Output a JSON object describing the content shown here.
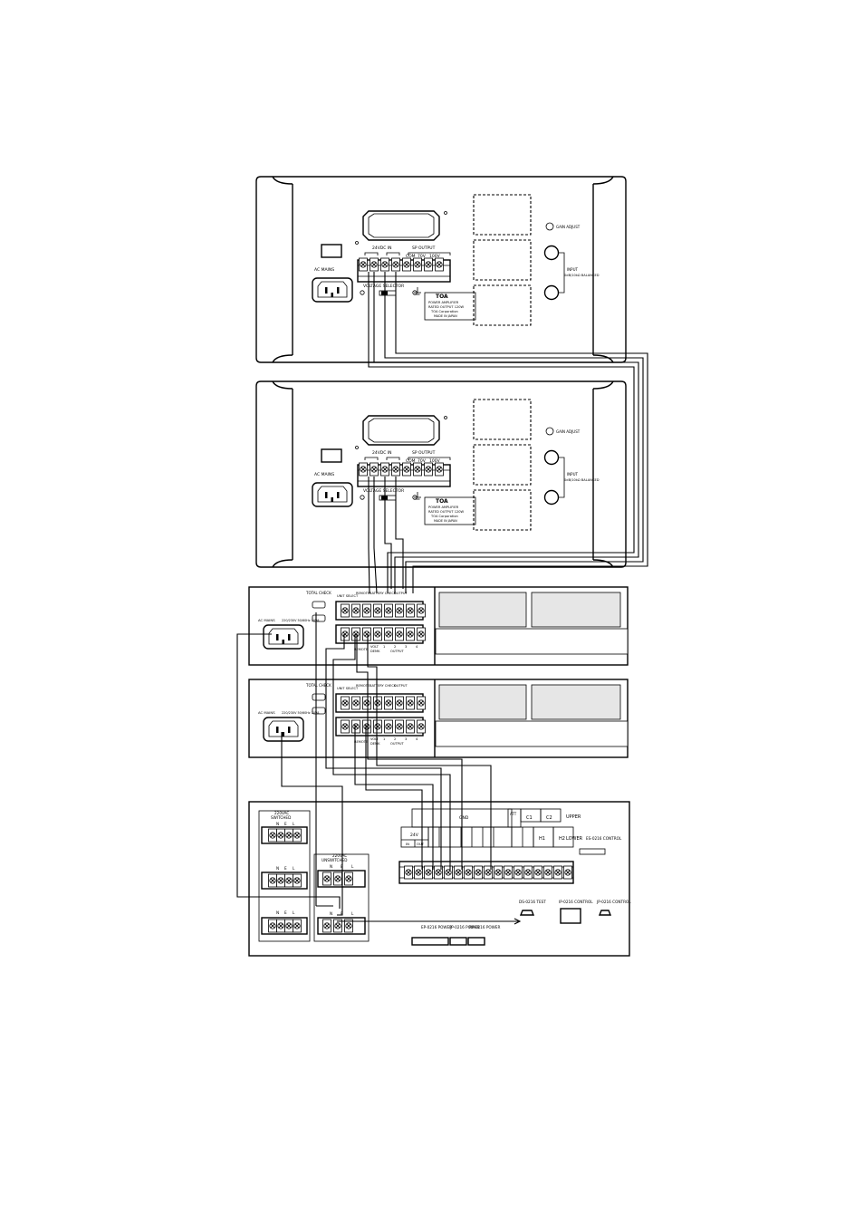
{
  "amp": {
    "dc_in": "24VDC IN",
    "sp_output": "SP OUTPUT",
    "com": "COM",
    "v70": "70V",
    "v100": "100V",
    "voltage_selector": "VOLTAGE SELECTOR",
    "ac_mains": "AC MAINS",
    "gain_adjust": "GAIN ADJUST",
    "input": "INPUT",
    "input_spec": "0dB/10kΩ BALANCED",
    "brand": "TOA",
    "model": "POWER AMPLIFIER",
    "rated": "RATED OUTPUT 120W",
    "maker": "TOA Corporation",
    "made_in": "MADE IN JAPAN"
  },
  "unit": {
    "total_check": "TOTAL CHECK",
    "unit_select": "UNIT SELECT",
    "remote": "REMOTE",
    "battery_check": "BATTERY CHECK",
    "output": "OUTPUT",
    "volt": "VOLT",
    "demk": "DEMK",
    "ac_mains": "AC MAINS",
    "ac_spec": "220/230V 50/60Hz 10VA",
    "o1": "1",
    "o2": "2",
    "o3": "3",
    "o4": "4"
  },
  "control": {
    "sw_220": "220VAC",
    "switched": "SWITCHED",
    "unswitched": "UNSWITCHED",
    "n": "N",
    "e": "E",
    "l": "L",
    "gnd": "GND",
    "v24": "24V",
    "in": "IN",
    "out": "OUT",
    "att": "ATT",
    "c1": "C1",
    "c2": "C2",
    "h1": "H1",
    "h2": "H2",
    "upper": "UPPER",
    "lower": "LOWER",
    "es_control": "ES-0216 CONTROL",
    "ds_test": "DS-0216 TEST",
    "ip_control": "IP-0216 CONTROL",
    "jp_control": "JP-0216 CONTROL",
    "ep_power": "EP-0216 POWER",
    "jp_power": "JP-0216 POWER",
    "rp_power": "RP-0216 POWER"
  }
}
